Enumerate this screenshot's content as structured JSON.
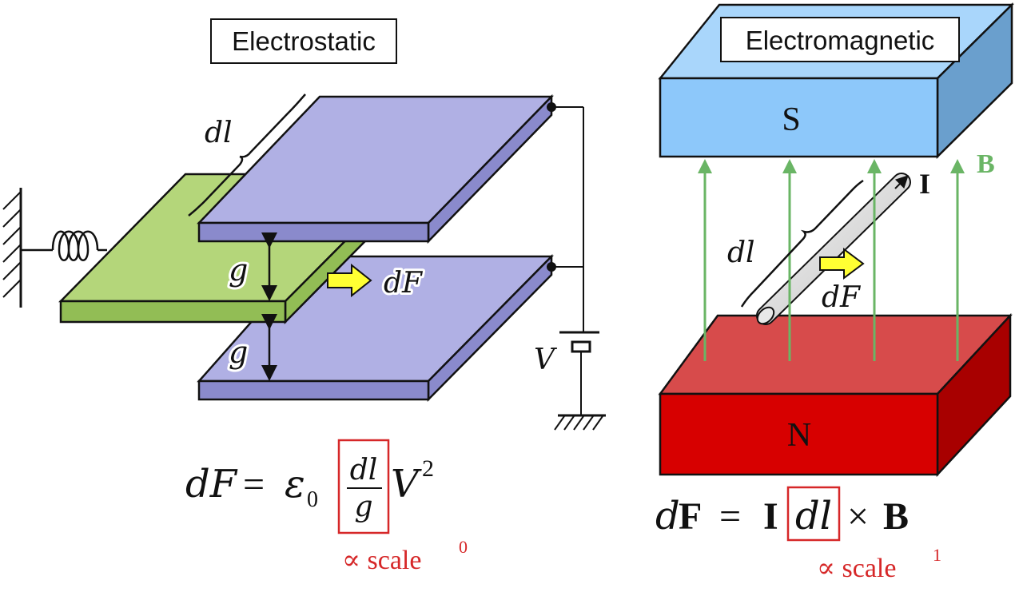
{
  "panels": {
    "electrostatic": {
      "title": "Electrostatic",
      "labels": {
        "dl": "dl",
        "gap_top": "g",
        "gap_bottom": "g",
        "force": "dF",
        "voltage": "V"
      },
      "equation": {
        "lhs": "dF",
        "equals": "=",
        "epsilon": "ε",
        "epsilon_sub": "0",
        "numerator": "dl",
        "denominator": "g",
        "tail": "V",
        "tail_sup": "2"
      },
      "scaling": {
        "text": "∝ scale",
        "exponent": "0"
      }
    },
    "electromagnetic": {
      "title": "Electromagnetic",
      "labels": {
        "south": "S",
        "north": "N",
        "field": "B",
        "current": "I",
        "dl": "dl",
        "force": "dF"
      },
      "equation": {
        "lhs_d": "d",
        "lhs_F": "F",
        "equals": "=",
        "current": "I",
        "boxed": "dl",
        "cross": "×",
        "field": "B"
      },
      "scaling": {
        "text": "∝ scale",
        "exponent": "1"
      }
    }
  },
  "colors": {
    "plate_top": "#b0b0e4",
    "plate_side": "#8a8acc",
    "plate_edge": "#7474b8",
    "shuttle_top": "#b4d67a",
    "shuttle_side": "#92bd55",
    "magnet_s_front": "#8dc8fa",
    "magnet_s_top": "#a9d6fb",
    "magnet_s_side": "#6a9fcd",
    "magnet_n_front": "#d70000",
    "magnet_n_top": "#d74b4b",
    "magnet_n_side": "#a80000",
    "field_green": "#6ab565",
    "force_arrow": "#ffff33",
    "highlight_red": "#d62728"
  }
}
